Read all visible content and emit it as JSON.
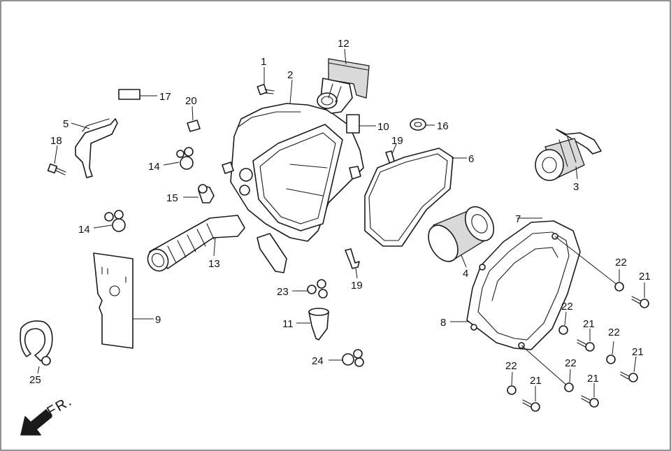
{
  "labels": {
    "n1": "1",
    "n2": "2",
    "n3": "3",
    "n4": "4",
    "n5": "5",
    "n6": "6",
    "n7": "7",
    "n8": "8",
    "n9": "9",
    "n10": "10",
    "n11": "11",
    "n12": "12",
    "n13": "13",
    "n14a": "14",
    "n14b": "14",
    "n15": "15",
    "n16": "16",
    "n17": "17",
    "n18": "18",
    "n19a": "19",
    "n19b": "19",
    "n20": "20",
    "n21a": "21",
    "n21b": "21",
    "n21c": "21",
    "n21d": "21",
    "n21e": "21",
    "n22a": "22",
    "n22b": "22",
    "n22c": "22",
    "n22d": "22",
    "n22e": "22",
    "n23": "23",
    "n24": "24",
    "n25": "25"
  },
  "direction": {
    "text": "FR."
  },
  "colors": {
    "line": "#1a1a1a",
    "background": "#ffffff",
    "shade": "#d9d9d9"
  }
}
